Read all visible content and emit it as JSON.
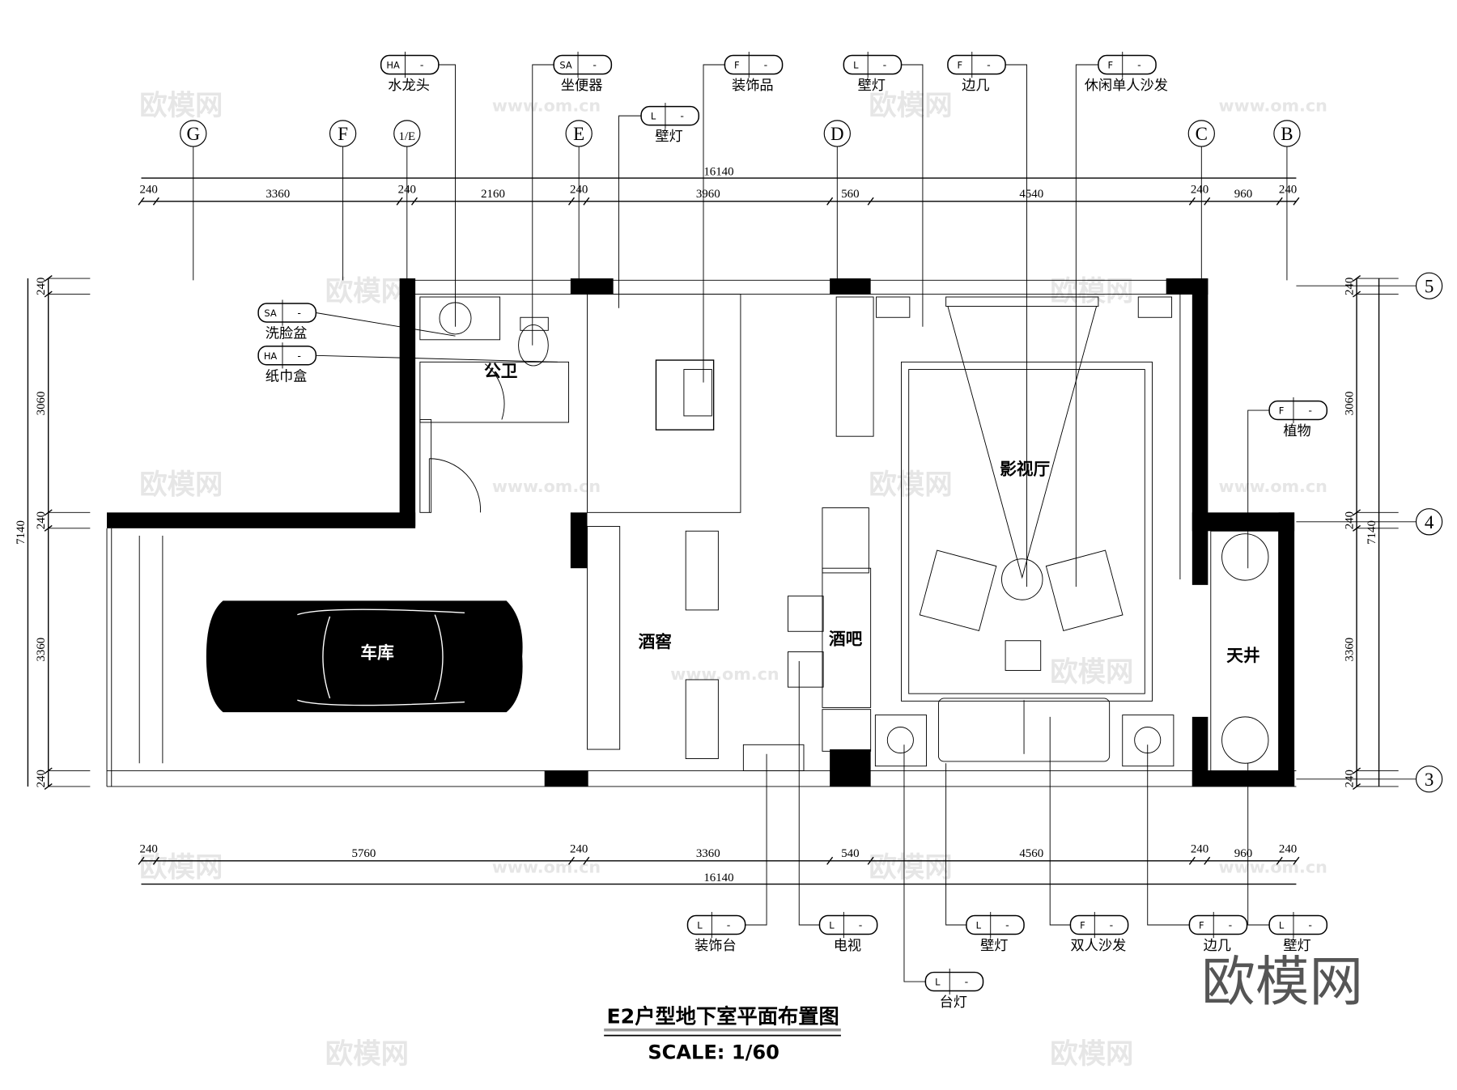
{
  "title": "E2户型地下室平面布置图",
  "scale": "SCALE: 1/60",
  "watermark": {
    "brand": "欧模网",
    "url": "www.om.cn"
  },
  "axes": {
    "vertical": [
      "G",
      "F",
      "1/E",
      "E",
      "D",
      "C",
      "B"
    ],
    "horizontal": [
      "5",
      "4",
      "3"
    ]
  },
  "dimensions": {
    "top_total": "16140",
    "top": [
      "240",
      "3360",
      "240",
      "2160",
      "240",
      "3960",
      "560",
      "4540",
      "240",
      "960",
      "240"
    ],
    "bottom_total": "16140",
    "bottom": [
      "240",
      "5760",
      "240",
      "3360",
      "540",
      "4560",
      "240",
      "960",
      "240"
    ],
    "left_total": "7140",
    "left": [
      "240",
      "3060",
      "240",
      "3360",
      "240"
    ],
    "right_total": "7140",
    "right": [
      "240",
      "3060",
      "240",
      "3360",
      "240"
    ]
  },
  "rooms": {
    "bathroom": "公卫",
    "garage": "车库",
    "wine_cellar": "酒窖",
    "bar": "酒吧",
    "theater": "影视厅",
    "skylight": "天井"
  },
  "tags": [
    {
      "code": "HA",
      "num": "-",
      "label": "水龙头"
    },
    {
      "code": "SA",
      "num": "-",
      "label": "坐便器"
    },
    {
      "code": "F",
      "num": "-",
      "label": "装饰品"
    },
    {
      "code": "L",
      "num": "-",
      "label": "壁灯"
    },
    {
      "code": "L",
      "num": "-",
      "label": "壁灯"
    },
    {
      "code": "F",
      "num": "-",
      "label": "边几"
    },
    {
      "code": "F",
      "num": "-",
      "label": "休闲单人沙发"
    },
    {
      "code": "SA",
      "num": "-",
      "label": "洗脸盆"
    },
    {
      "code": "HA",
      "num": "-",
      "label": "纸巾盒"
    },
    {
      "code": "F",
      "num": "-",
      "label": "植物"
    },
    {
      "code": "L",
      "num": "-",
      "label": "装饰台"
    },
    {
      "code": "L",
      "num": "-",
      "label": "电视"
    },
    {
      "code": "L",
      "num": "-",
      "label": "台灯"
    },
    {
      "code": "L",
      "num": "-",
      "label": "壁灯"
    },
    {
      "code": "F",
      "num": "-",
      "label": "双人沙发"
    },
    {
      "code": "F",
      "num": "-",
      "label": "边几"
    },
    {
      "code": "L",
      "num": "-",
      "label": "壁灯"
    }
  ]
}
